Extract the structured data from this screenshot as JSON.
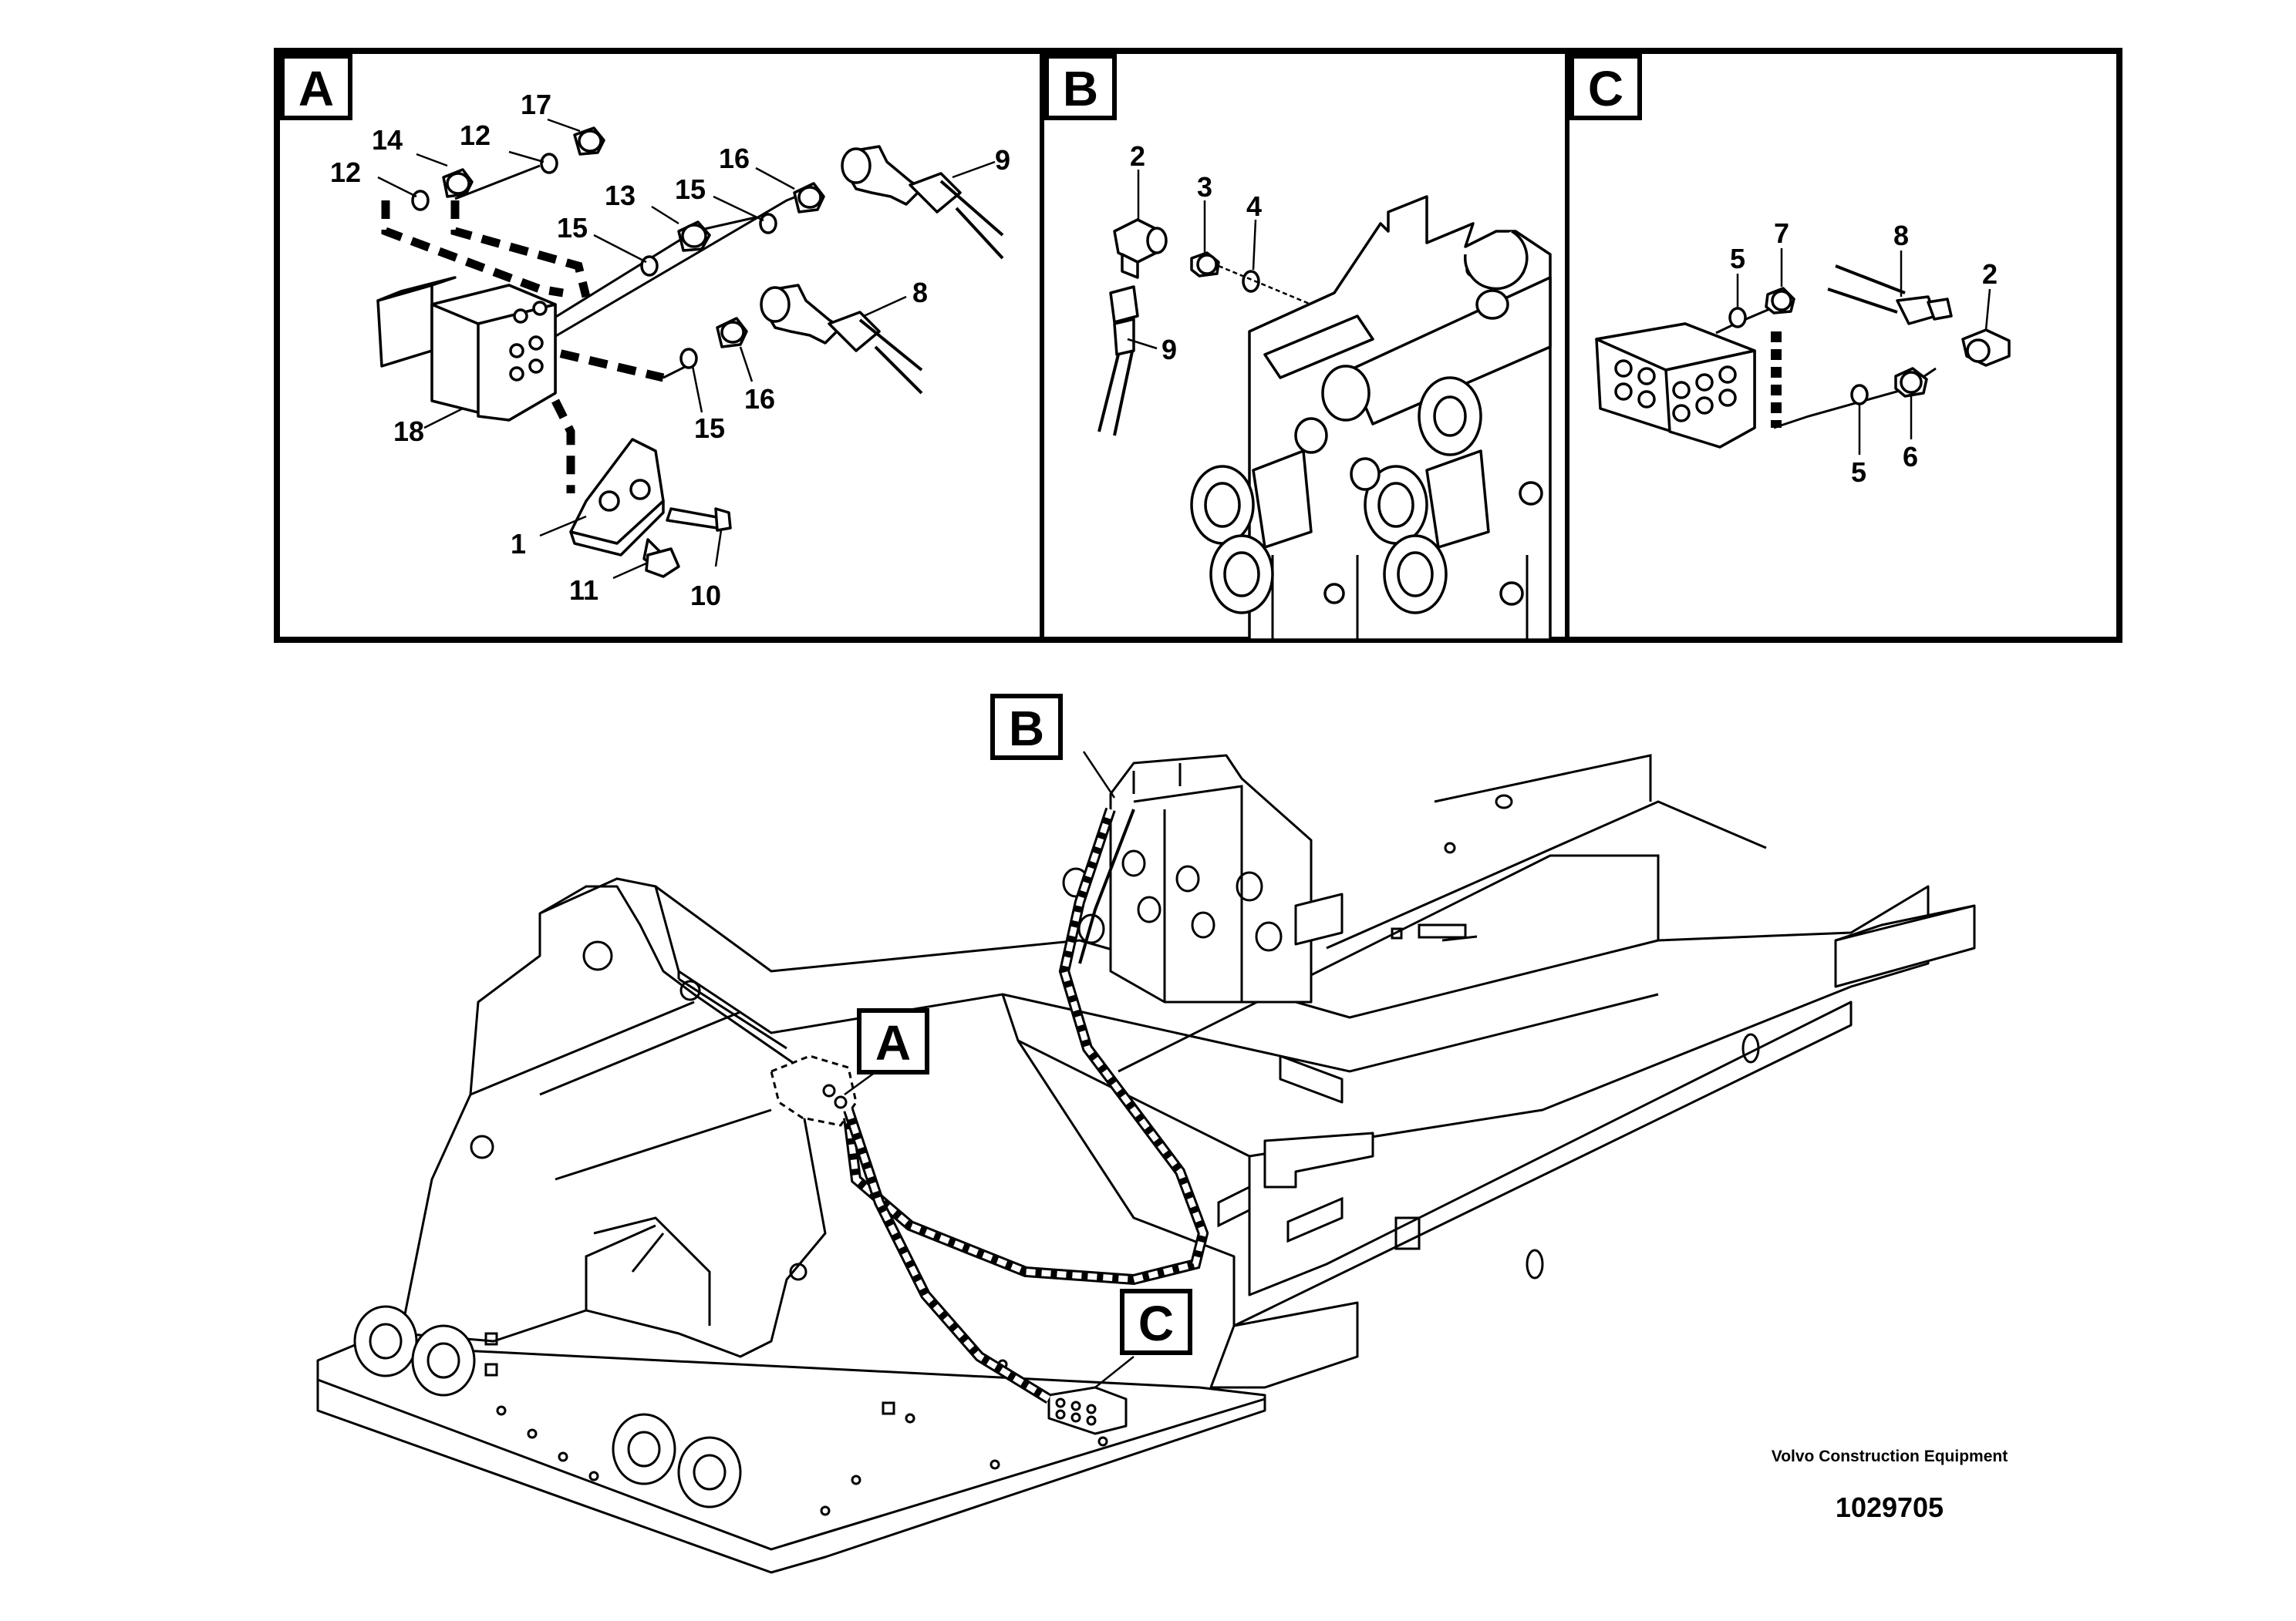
{
  "panels": [
    {
      "id": "A",
      "label": "A",
      "callouts": [
        "17",
        "14",
        "12",
        "12",
        "13",
        "15",
        "15",
        "16",
        "9",
        "8",
        "15",
        "16",
        "18",
        "1",
        "11",
        "10"
      ]
    },
    {
      "id": "B",
      "label": "B",
      "callouts": [
        "2",
        "3",
        "4",
        "9"
      ]
    },
    {
      "id": "C",
      "label": "C",
      "callouts": [
        "5",
        "7",
        "8",
        "2",
        "5",
        "6"
      ]
    }
  ],
  "main_view": {
    "labels": [
      "B",
      "A",
      "C"
    ]
  },
  "footer": {
    "brand": "Volvo Construction Equipment",
    "drawing_number": "1029705"
  }
}
